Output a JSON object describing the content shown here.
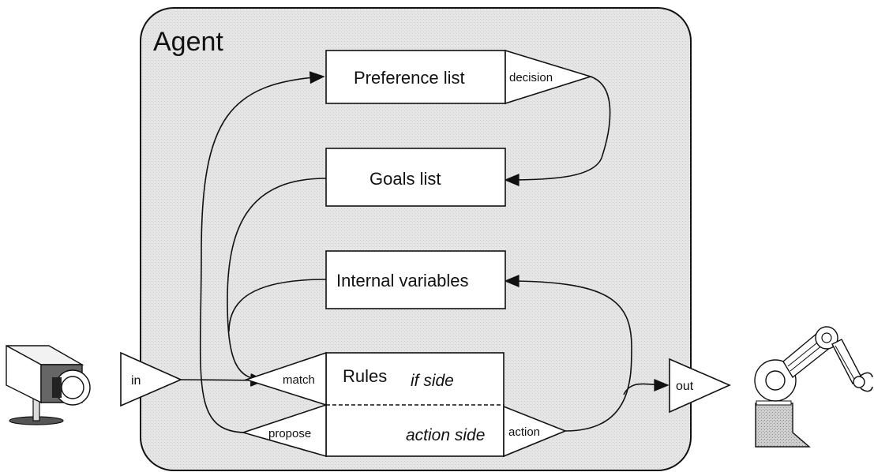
{
  "agent": {
    "title": "Agent",
    "boxes": {
      "preference_list": "Preference list",
      "goals_list": "Goals list",
      "internal_variables": "Internal variables",
      "rules": "Rules",
      "if_side": "if side",
      "action_side": "action side"
    },
    "ports": {
      "decision": "decision",
      "match": "match",
      "propose": "propose",
      "action": "action",
      "in": "in",
      "out": "out"
    }
  },
  "colors": {
    "agent_fill": "#e4e4e4",
    "line": "#111111",
    "box_fill": "#ffffff"
  },
  "icons": {
    "sensor": "camera-icon",
    "actuator": "robot-arm-icon"
  }
}
